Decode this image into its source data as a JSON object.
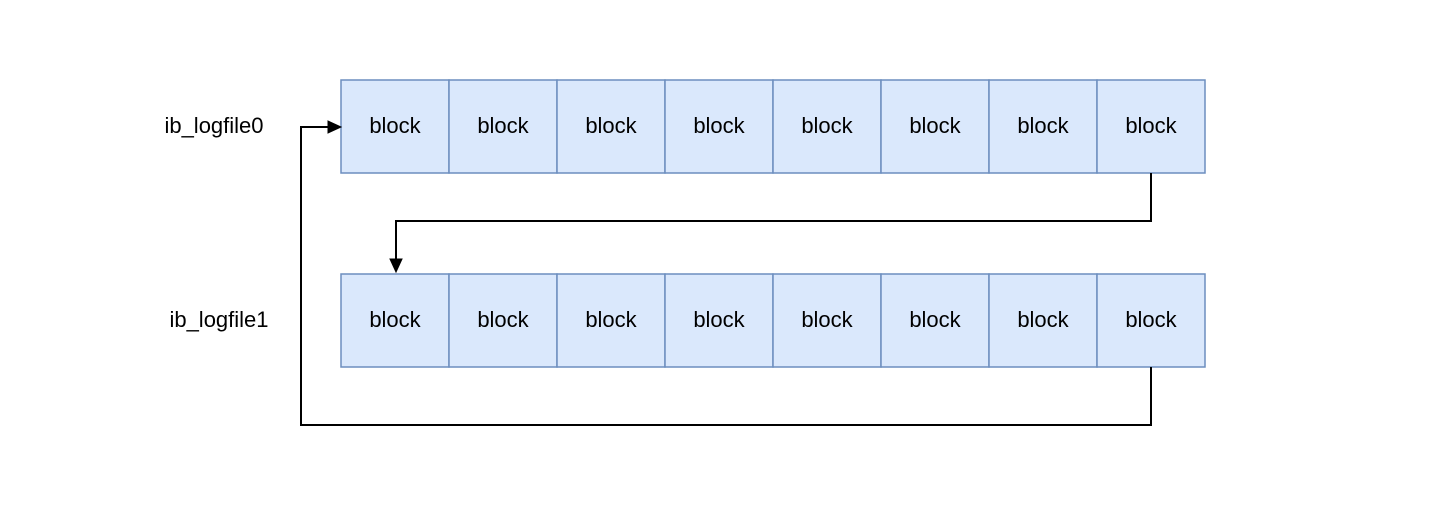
{
  "files": [
    {
      "label": "ib_logfile0",
      "blocks": [
        "block",
        "block",
        "block",
        "block",
        "block",
        "block",
        "block",
        "block"
      ]
    },
    {
      "label": "ib_logfile1",
      "blocks": [
        "block",
        "block",
        "block",
        "block",
        "block",
        "block",
        "block",
        "block"
      ]
    }
  ],
  "colors": {
    "block_fill": "#dae8fc",
    "block_stroke": "#6c8ebf",
    "connector": "#000000"
  }
}
